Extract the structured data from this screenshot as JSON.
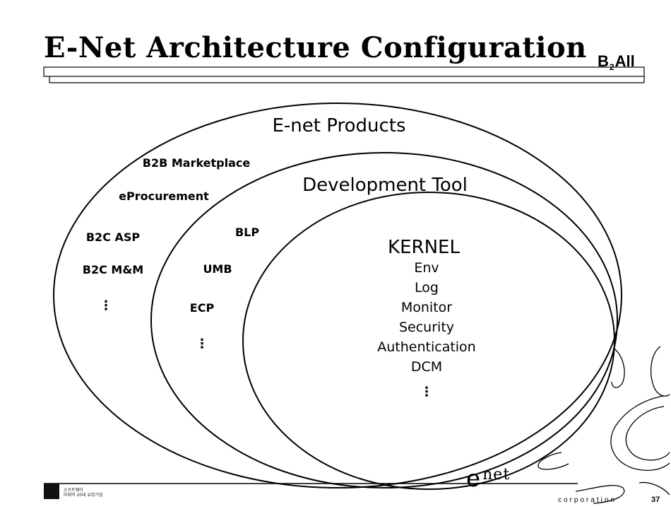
{
  "header": {
    "title": "E-Net Architecture Configuration",
    "brand": {
      "prefix": "B",
      "subscript": "2",
      "suffix": "All"
    }
  },
  "diagram": {
    "outer": {
      "title": "E-net Products",
      "items": [
        "B2B Marketplace",
        "eProcurement",
        "B2C ASP",
        "B2C M&M",
        "⋮"
      ]
    },
    "middle": {
      "title": "Development Tool",
      "items": [
        "BLP",
        "UMB",
        "ECP",
        "⋮"
      ]
    },
    "inner": {
      "title": "KERNEL",
      "items": [
        "Env",
        "Log",
        "Monitor",
        "Security",
        "Authentication",
        "DCM",
        "⋮"
      ]
    }
  },
  "footer": {
    "brand_main": "e",
    "brand_sup": "net",
    "brand_sub": "corporation",
    "page_number": "37",
    "logo_text_line1": "소프트웨어",
    "logo_text_line2": "미래의 20대 유망기업"
  }
}
